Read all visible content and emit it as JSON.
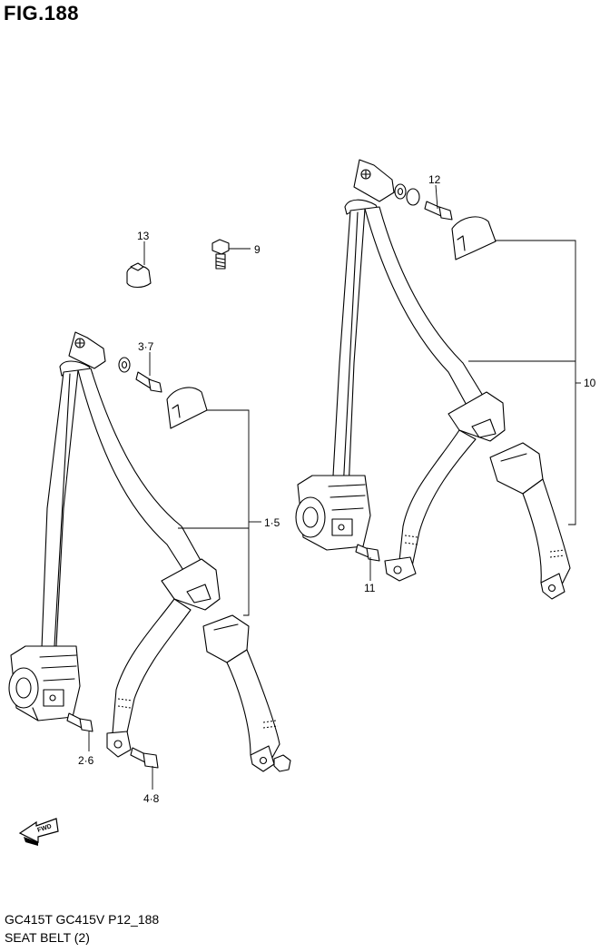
{
  "figure": {
    "title": "FIG.188"
  },
  "callouts": {
    "c13": "13",
    "c9": "9",
    "c12": "12",
    "c37": "3·7",
    "c15": "1·5",
    "c10": "10",
    "c11": "11",
    "c26": "2·6",
    "c48": "4·8"
  },
  "fwd_label": "FWD",
  "footer": {
    "models": "GC415T GC415V P12_188",
    "section": "SEAT BELT (2)"
  },
  "icons": [
    "fwd-arrow-icon"
  ]
}
